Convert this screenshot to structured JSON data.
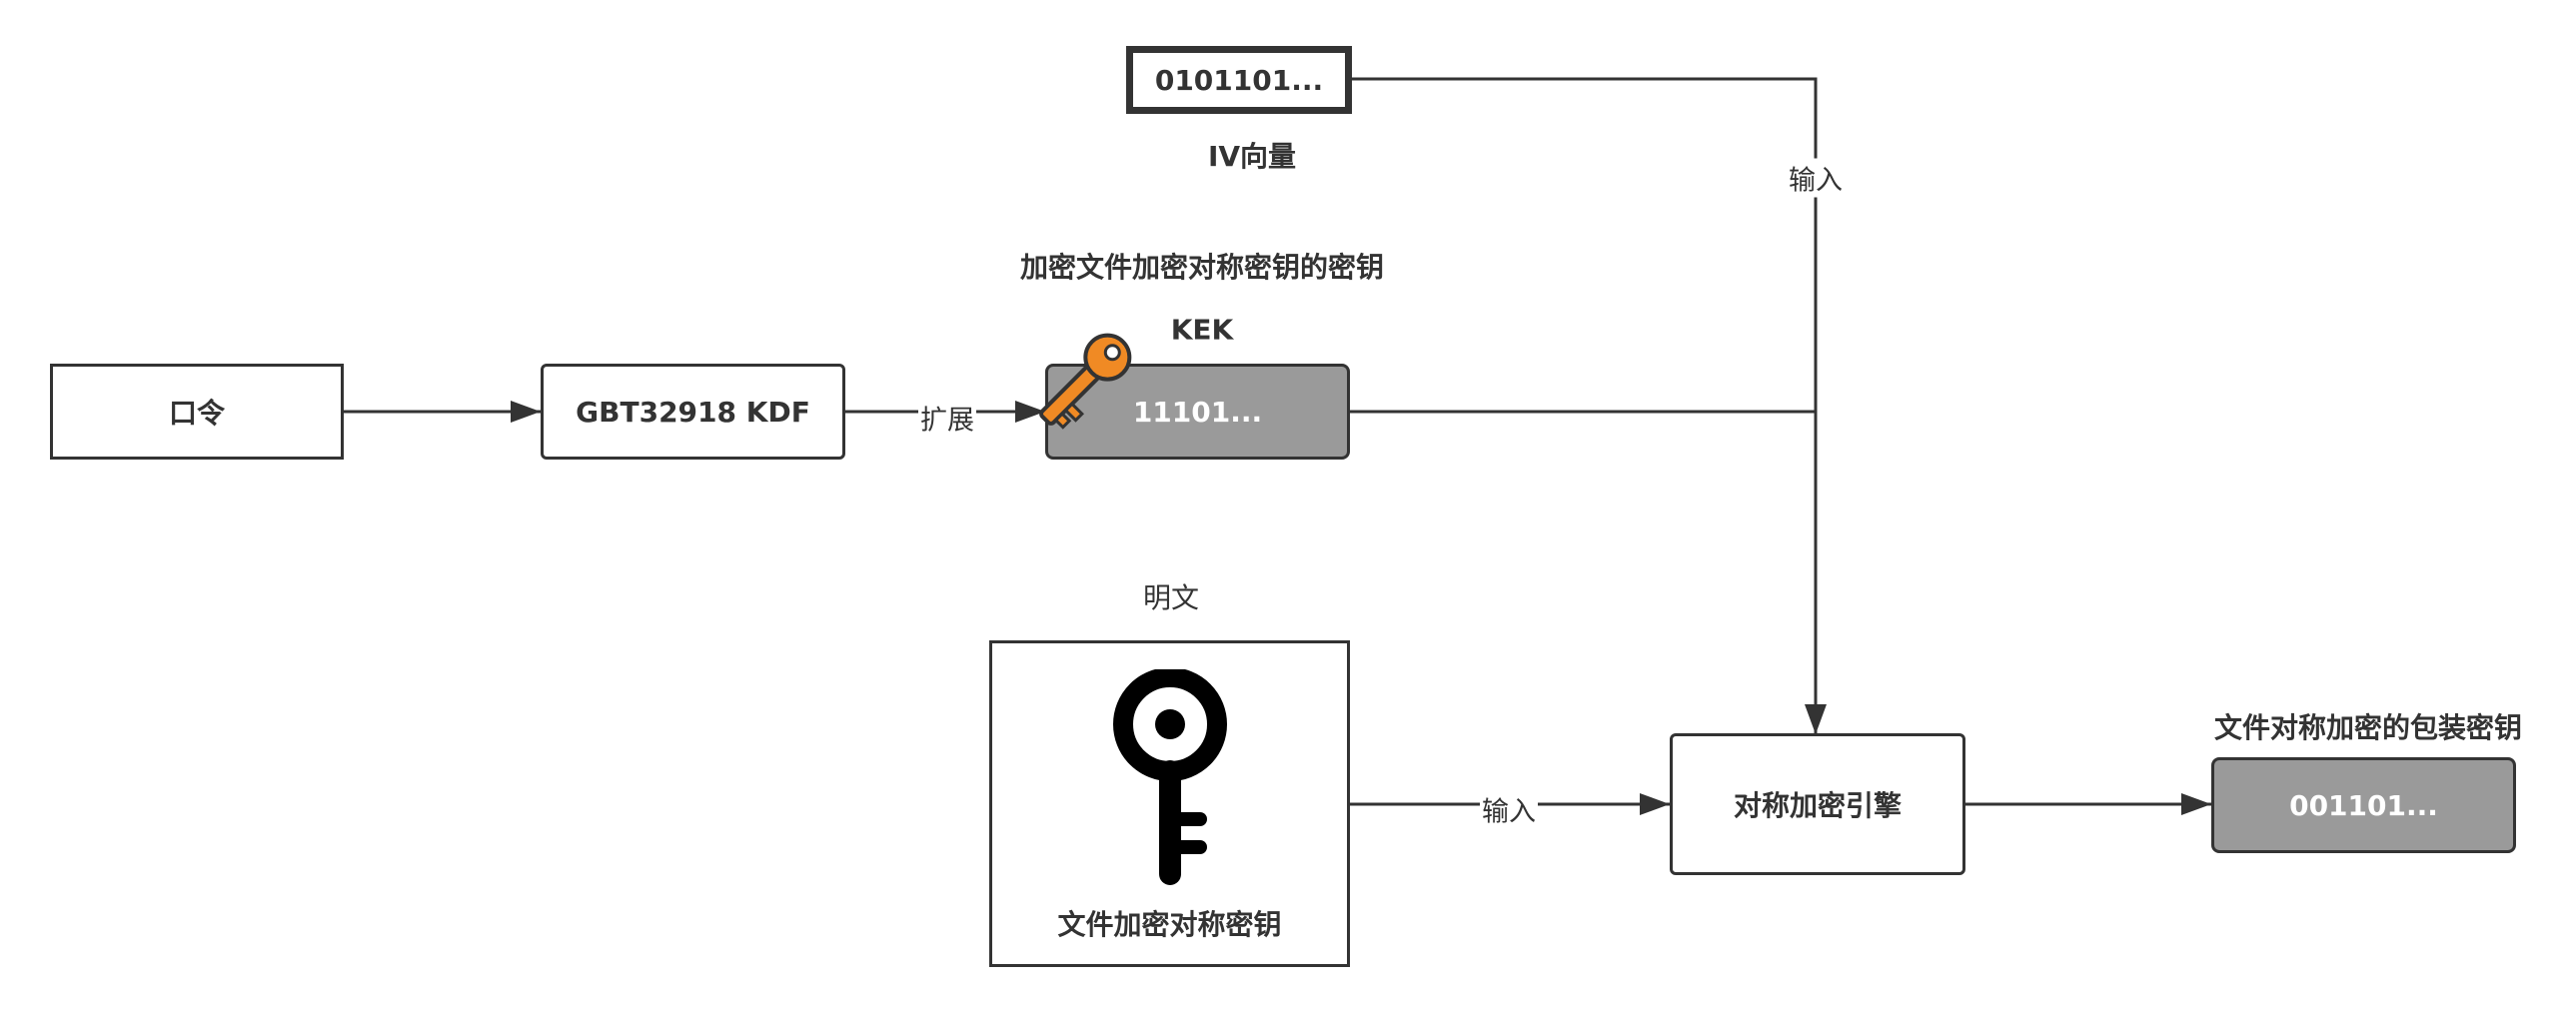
{
  "nodes": {
    "password": "口令",
    "kdf": "GBT32918 KDF",
    "kek_value": "11101...",
    "iv_value": "0101101...",
    "engine": "对称加密引擎",
    "wrapped_value": "001101...",
    "file_key": "文件加密对称密钥"
  },
  "labels": {
    "iv_title": "IV向量",
    "kek_desc": "加密文件加密对称密钥的密钥",
    "kek_abbr": "KEK",
    "plaintext": "明文",
    "wrapped_title": "文件对称加密的包装密钥"
  },
  "edges": {
    "expand": "扩展",
    "input_iv": "输入",
    "input_key": "输入"
  },
  "icons": {
    "kek_icon": "orange-key-icon",
    "file_key_icon": "black-key-icon"
  },
  "colors": {
    "stroke": "#333333",
    "grey_fill": "#9a9a9a",
    "key_orange": "#f08a24"
  }
}
